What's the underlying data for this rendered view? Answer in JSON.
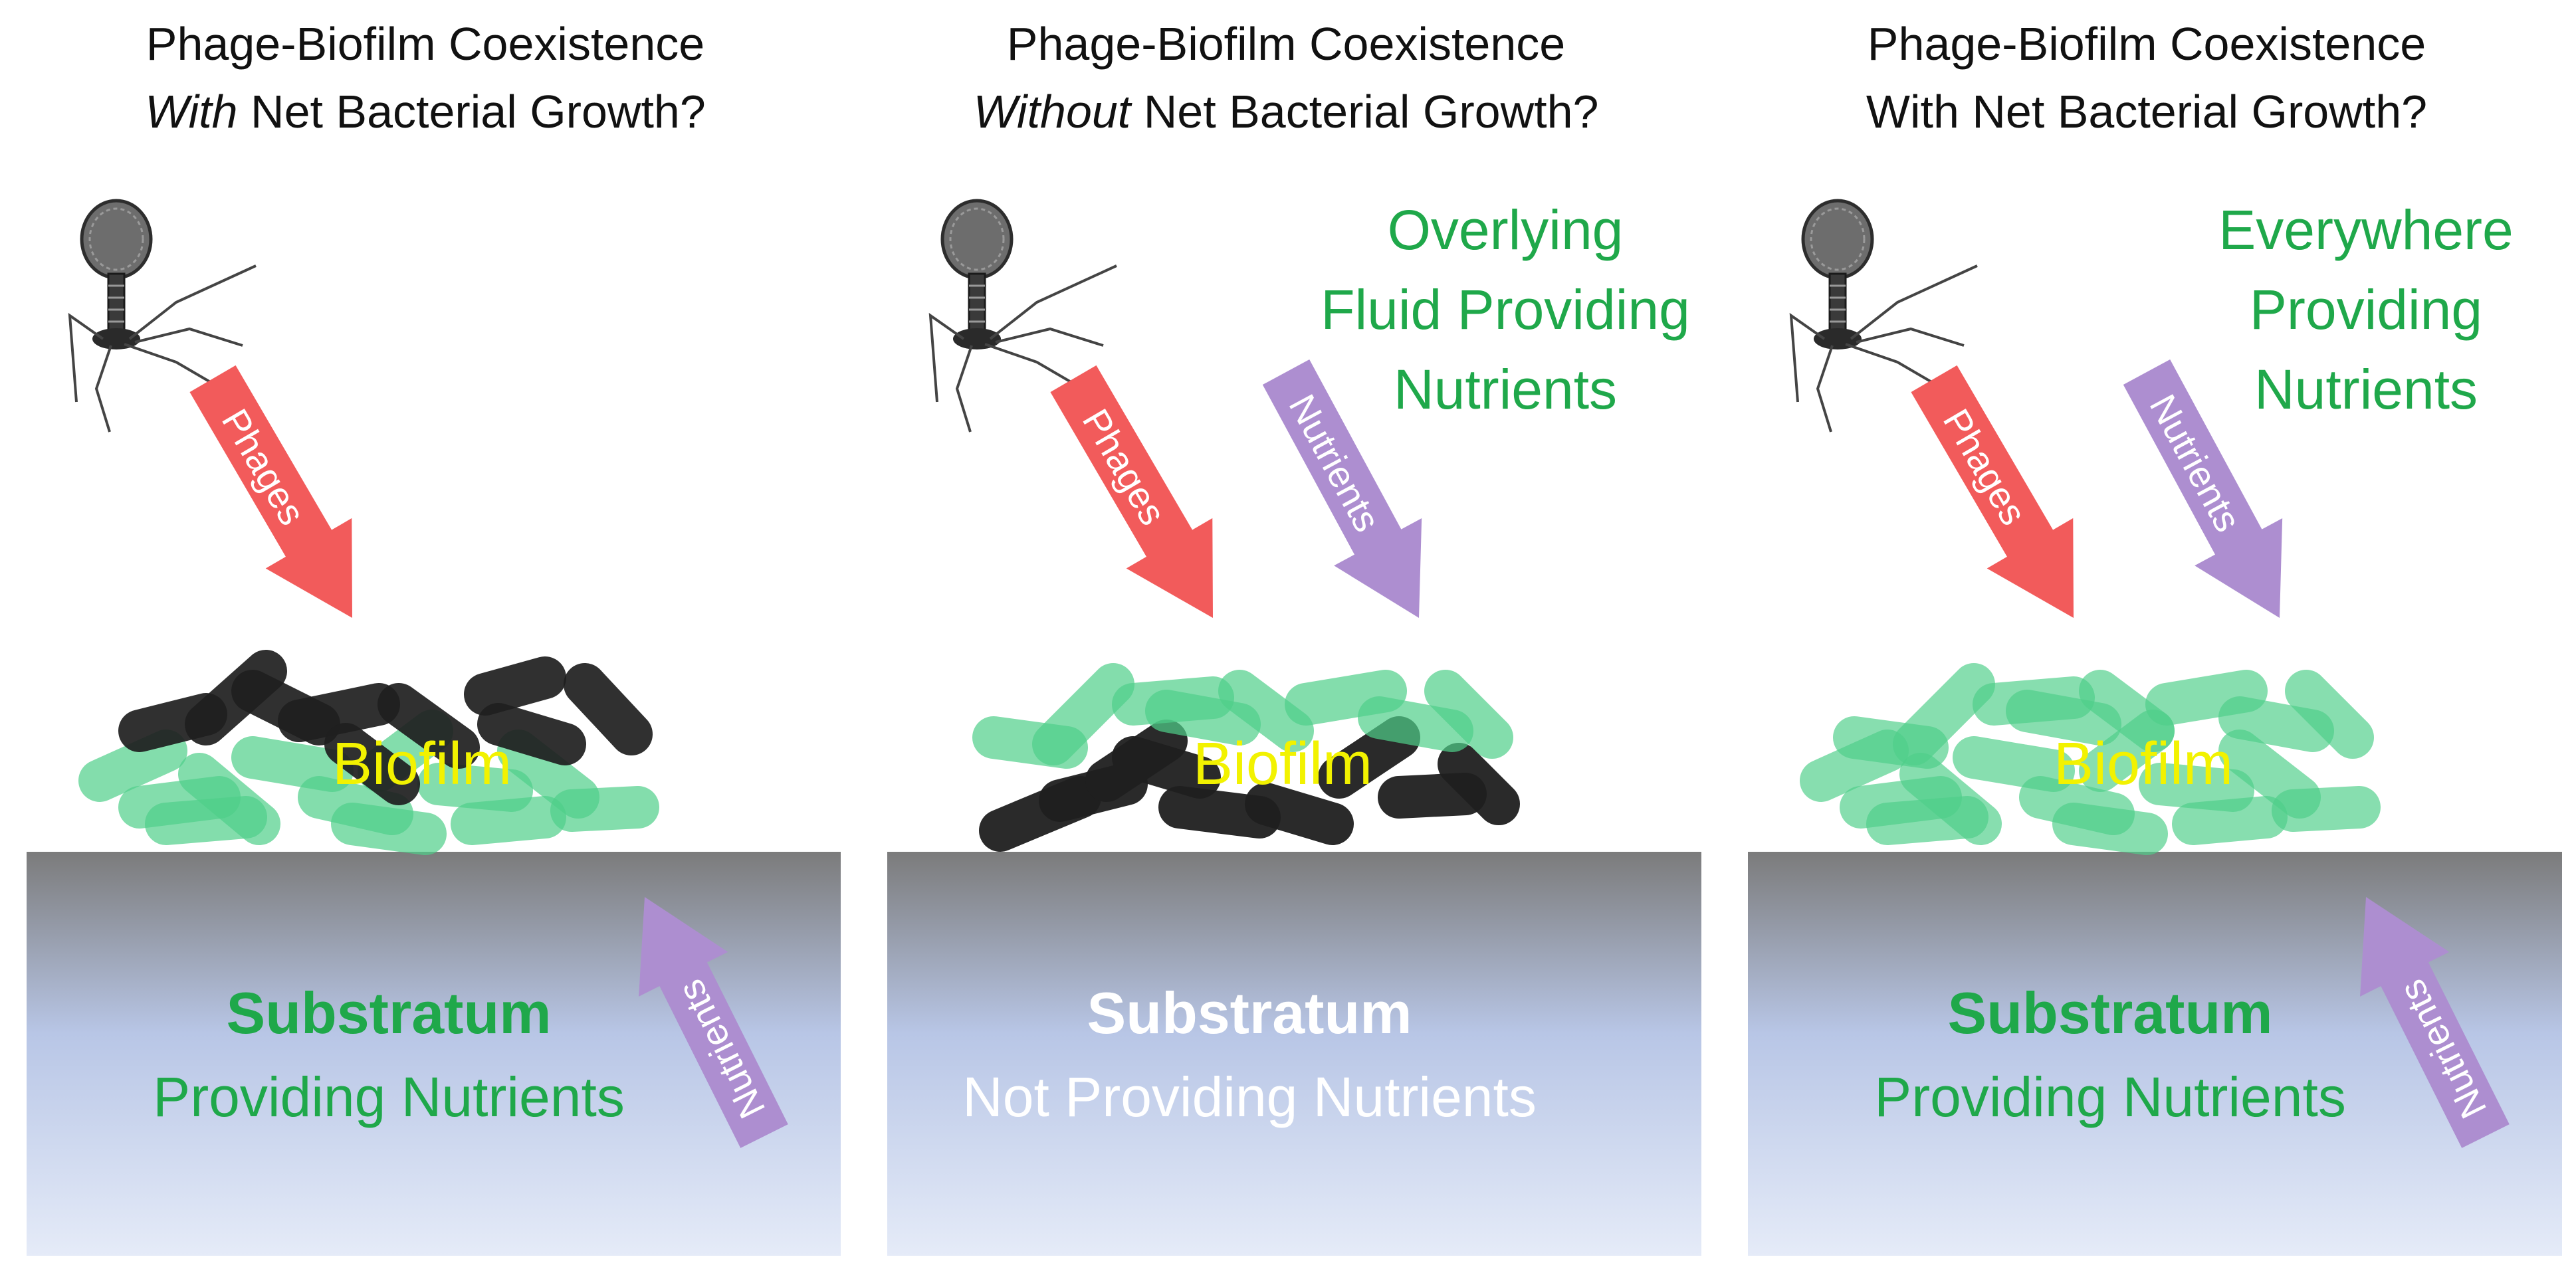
{
  "colors": {
    "phage_arrow": "#f25b5b",
    "nutrient_arrow": "#ad8ed0",
    "green_text": "#1fa84a",
    "white_text": "#ffffff",
    "biofilm_label": "#f2f200",
    "dead_cell": "#1f1f1f",
    "live_cell": "#4fcf8a",
    "substratum_top": "#7b7b7b",
    "substratum_mid": "#b8c6e6",
    "substratum_bottom": "#e5ebf8"
  },
  "panels": [
    {
      "title_line1": "Phage-Biofilm Coexistence",
      "title_line2_em": "With",
      "title_line2_rest": " Net Bacterial Growth?",
      "source_text": [],
      "phage_label": "Phages",
      "biofilm_label": "Biofilm",
      "substratum_title": "Substratum",
      "substratum_subtitle": "Providing Nutrients",
      "substratum_text_color": "green",
      "nutrient_label": "Nutrients",
      "nutrient_from": "substratum"
    },
    {
      "title_line1": "Phage-Biofilm Coexistence",
      "title_line2_em": "Without",
      "title_line2_rest": " Net Bacterial Growth?",
      "source_text": [
        "Overlying",
        "Fluid Providing",
        "Nutrients"
      ],
      "phage_label": "Phages",
      "biofilm_label": "Biofilm",
      "substratum_title": "Substratum",
      "substratum_subtitle": "Not Providing Nutrients",
      "substratum_text_color": "white",
      "nutrient_label": "Nutrients",
      "nutrient_from": "fluid"
    },
    {
      "title_line1": "Phage-Biofilm Coexistence",
      "title_line2_em": "",
      "title_line2_rest": "With Net Bacterial Growth?",
      "source_text": [
        "Everywhere",
        "Providing",
        "Nutrients"
      ],
      "phage_label": "Phages",
      "biofilm_label": "Biofilm",
      "substratum_title": "Substratum",
      "substratum_subtitle": "Providing Nutrients",
      "substratum_text_color": "green",
      "nutrient_label": "Nutrients",
      "nutrient_from": "both"
    }
  ]
}
